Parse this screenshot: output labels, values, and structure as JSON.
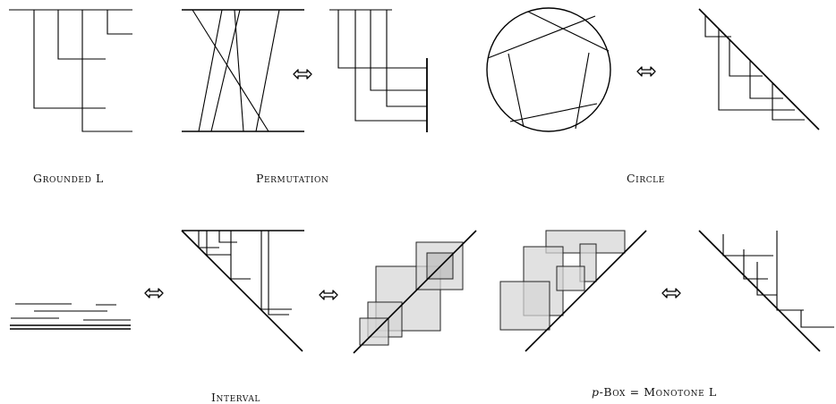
{
  "captions": {
    "grounded_l": "Grounded L",
    "permutation": "Permutation",
    "circle": "Circle",
    "interval": "Interval",
    "pbox_var": "p",
    "pbox_rest": "-Box = Monotone L"
  },
  "arrow_symbol": "⇔"
}
